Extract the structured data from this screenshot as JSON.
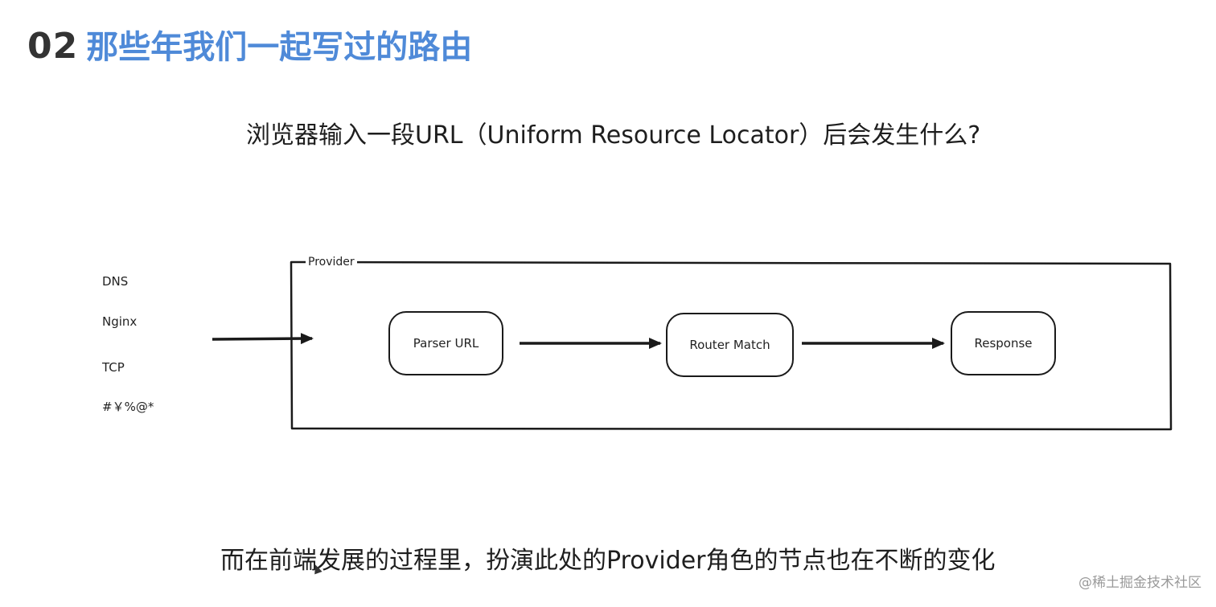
{
  "slide": {
    "number": "02",
    "title": "那些年我们一起写过的路由",
    "question": "浏览器输入一段URL（Uniform Resource Locator）后会发生什么?",
    "caption": "而在前端发展的过程里，扮演此处的Provider角色的节点也在不断的变化",
    "watermark": "@稀土掘金技术社区"
  },
  "diagram": {
    "container_label": "Provider",
    "side_labels": [
      "DNS",
      "Nginx",
      "TCP",
      "#￥%@*"
    ],
    "nodes": [
      "Parser URL",
      "Router Match",
      "Response"
    ]
  },
  "colors": {
    "title_blue": "#4f8ad8",
    "number_gray": "#333333",
    "ink": "#1a1a1a"
  }
}
